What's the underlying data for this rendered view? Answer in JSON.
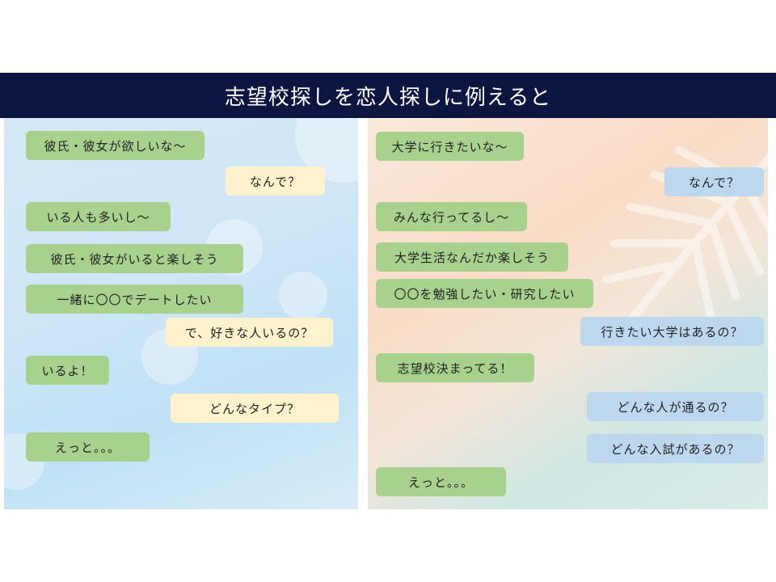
{
  "title": "志望校探しを恋人探しに例えると",
  "colors": {
    "header": "#0c1640",
    "green_bubble": "#a9d18e",
    "yellow_bubble": "#fff2cc",
    "blue_bubble": "#bdd7ee"
  },
  "left_chat": [
    {
      "speaker": "self",
      "text": "彼氏・彼女が欲しいな～"
    },
    {
      "speaker": "other",
      "text": "なんで？"
    },
    {
      "speaker": "self",
      "text": "いる人も多いし～"
    },
    {
      "speaker": "self",
      "text": "彼氏・彼女がいると楽しそう"
    },
    {
      "speaker": "self",
      "text": "一緒に〇〇でデートしたい"
    },
    {
      "speaker": "other",
      "text": "で、好きな人いるの？"
    },
    {
      "speaker": "self",
      "text": "いるよ！"
    },
    {
      "speaker": "other",
      "text": "どんなタイプ？"
    },
    {
      "speaker": "self",
      "text": "えっと。。。"
    }
  ],
  "right_chat": [
    {
      "speaker": "self",
      "text": "大学に行きたいな～"
    },
    {
      "speaker": "other",
      "text": "なんで？"
    },
    {
      "speaker": "self",
      "text": "みんな行ってるし～"
    },
    {
      "speaker": "self",
      "text": "大学生活なんだか楽しそう"
    },
    {
      "speaker": "self",
      "text": "〇〇を勉強したい・研究したい"
    },
    {
      "speaker": "other",
      "text": "行きたい大学はあるの？"
    },
    {
      "speaker": "self",
      "text": "志望校決まってる！"
    },
    {
      "speaker": "other",
      "text": "どんな人が通るの？"
    },
    {
      "speaker": "other",
      "text": "どんな入試があるの？"
    },
    {
      "speaker": "self",
      "text": "えっと。。。"
    }
  ]
}
